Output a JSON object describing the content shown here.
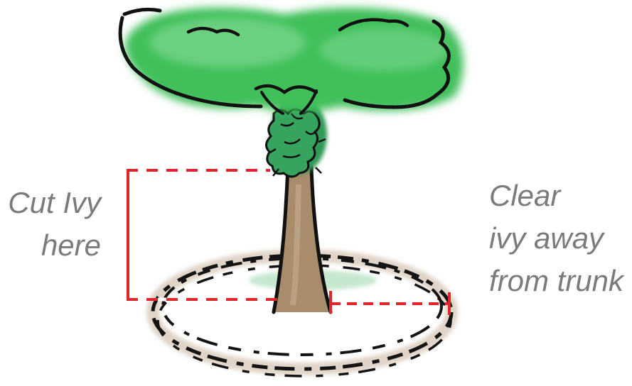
{
  "labels": {
    "left": [
      "Cut Ivy",
      "here"
    ],
    "right": [
      "Clear",
      "ivy away",
      "from trunk"
    ]
  },
  "colors": {
    "foliage": "#3fbf5a",
    "foliage_light": "#8fe0a0",
    "trunk": "#a78a6a",
    "ivy": "#2f9a55",
    "outline": "#111111",
    "marker": "#e0262b",
    "label": "#7b7b7b",
    "mulch": "#b8a088"
  }
}
